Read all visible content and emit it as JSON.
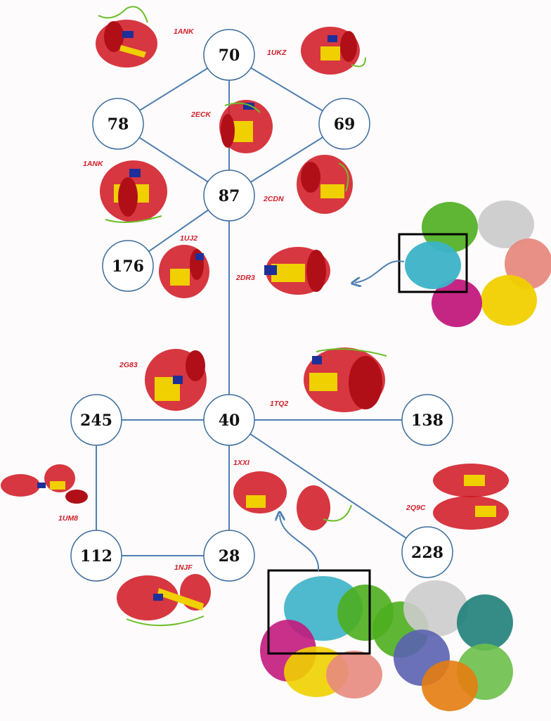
{
  "colors": {
    "edge": "#4f7fb0",
    "node_stroke": "#3e6d9c",
    "node_fill": "#ffffff",
    "pdb_label": "#d21f2b",
    "helix": "#d0141e",
    "strand": "#f0d000",
    "loop": "#6cbf2a",
    "ligand": "#1e2f9a",
    "box": "#000000"
  },
  "nodes": [
    {
      "id": "n70",
      "label": "70"
    },
    {
      "id": "n78",
      "label": "78"
    },
    {
      "id": "n69",
      "label": "69"
    },
    {
      "id": "n87",
      "label": "87"
    },
    {
      "id": "n176",
      "label": "176"
    },
    {
      "id": "n40",
      "label": "40"
    },
    {
      "id": "n245",
      "label": "245"
    },
    {
      "id": "n138",
      "label": "138"
    },
    {
      "id": "n112",
      "label": "112"
    },
    {
      "id": "n28",
      "label": "28"
    },
    {
      "id": "n228",
      "label": "228"
    }
  ],
  "edges": [
    [
      "n70",
      "n78"
    ],
    [
      "n70",
      "n69"
    ],
    [
      "n70",
      "n87"
    ],
    [
      "n78",
      "n87"
    ],
    [
      "n69",
      "n87"
    ],
    [
      "n87",
      "n176"
    ],
    [
      "n87",
      "n40"
    ],
    [
      "n40",
      "n245"
    ],
    [
      "n40",
      "n138"
    ],
    [
      "n40",
      "n28"
    ],
    [
      "n40",
      "n228"
    ],
    [
      "n245",
      "n112"
    ],
    [
      "n112",
      "n28"
    ]
  ],
  "pdb_labels": [
    "1ANK",
    "1UKZ",
    "2ECK",
    "1ANK",
    "2CDN",
    "1UJ2",
    "2DR3",
    "2G83",
    "1TQ2",
    "1XXI",
    "1UM8",
    "2Q9C",
    "1NJF"
  ]
}
